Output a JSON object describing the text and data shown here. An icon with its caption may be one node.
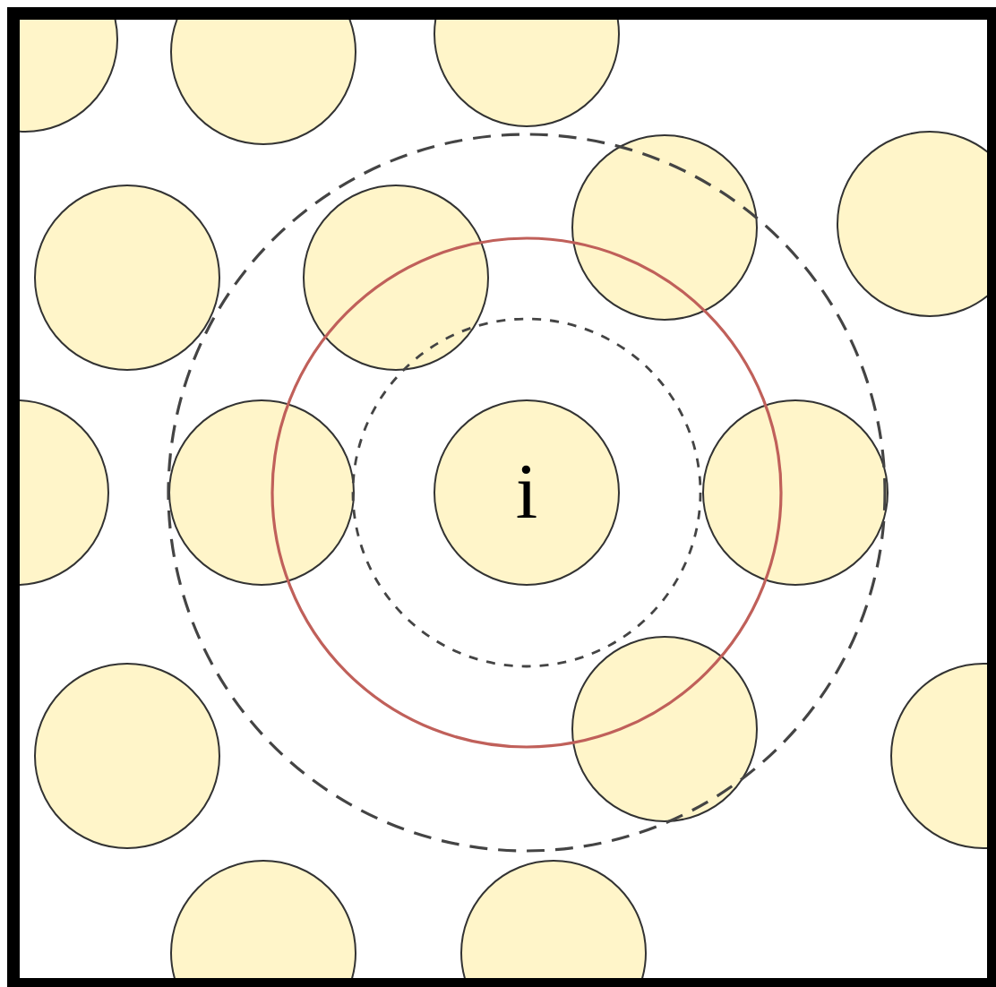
{
  "diagram": {
    "nodes": [
      {
        "text": [],
        "shape": "circle"
      },
      {
        "text": [],
        "shape": "circle"
      },
      {
        "text": [],
        "shape": "circle"
      },
      {
        "text": [],
        "shape": "circle"
      },
      {
        "text": [],
        "shape": "circle"
      },
      {
        "text": [],
        "shape": "circle"
      },
      {
        "text": [],
        "shape": "circle"
      },
      {
        "text": [],
        "shape": "circle"
      },
      {
        "text": [],
        "shape": "circle"
      },
      {
        "text": [
          "i"
        ]
      },
      {
        "text": [],
        "shape": "circle"
      },
      {
        "text": [],
        "shape": "circle"
      },
      {
        "text": [],
        "shape": "circle"
      },
      {
        "text": [],
        "shape": "circle"
      },
      {
        "text": [],
        "shape": "circle"
      },
      {
        "text": [],
        "shape": "circle"
      }
    ]
  }
}
